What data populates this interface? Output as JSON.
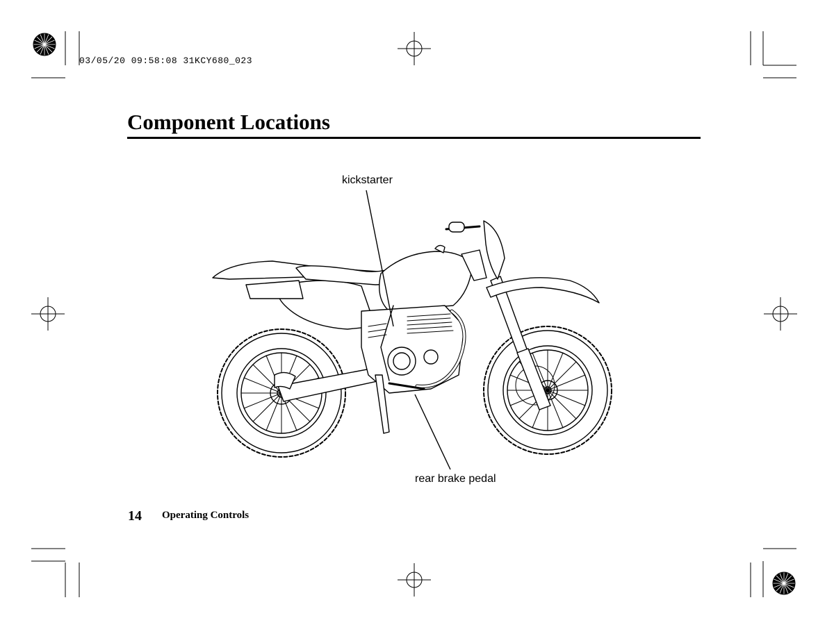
{
  "print_stamp": "03/05/20 09:58:08 31KCY680_023",
  "page": {
    "title": "Component Locations",
    "number": "14",
    "section": "Operating Controls"
  },
  "callouts": {
    "kickstarter": "kickstarter",
    "rear_brake_pedal": "rear brake pedal"
  }
}
